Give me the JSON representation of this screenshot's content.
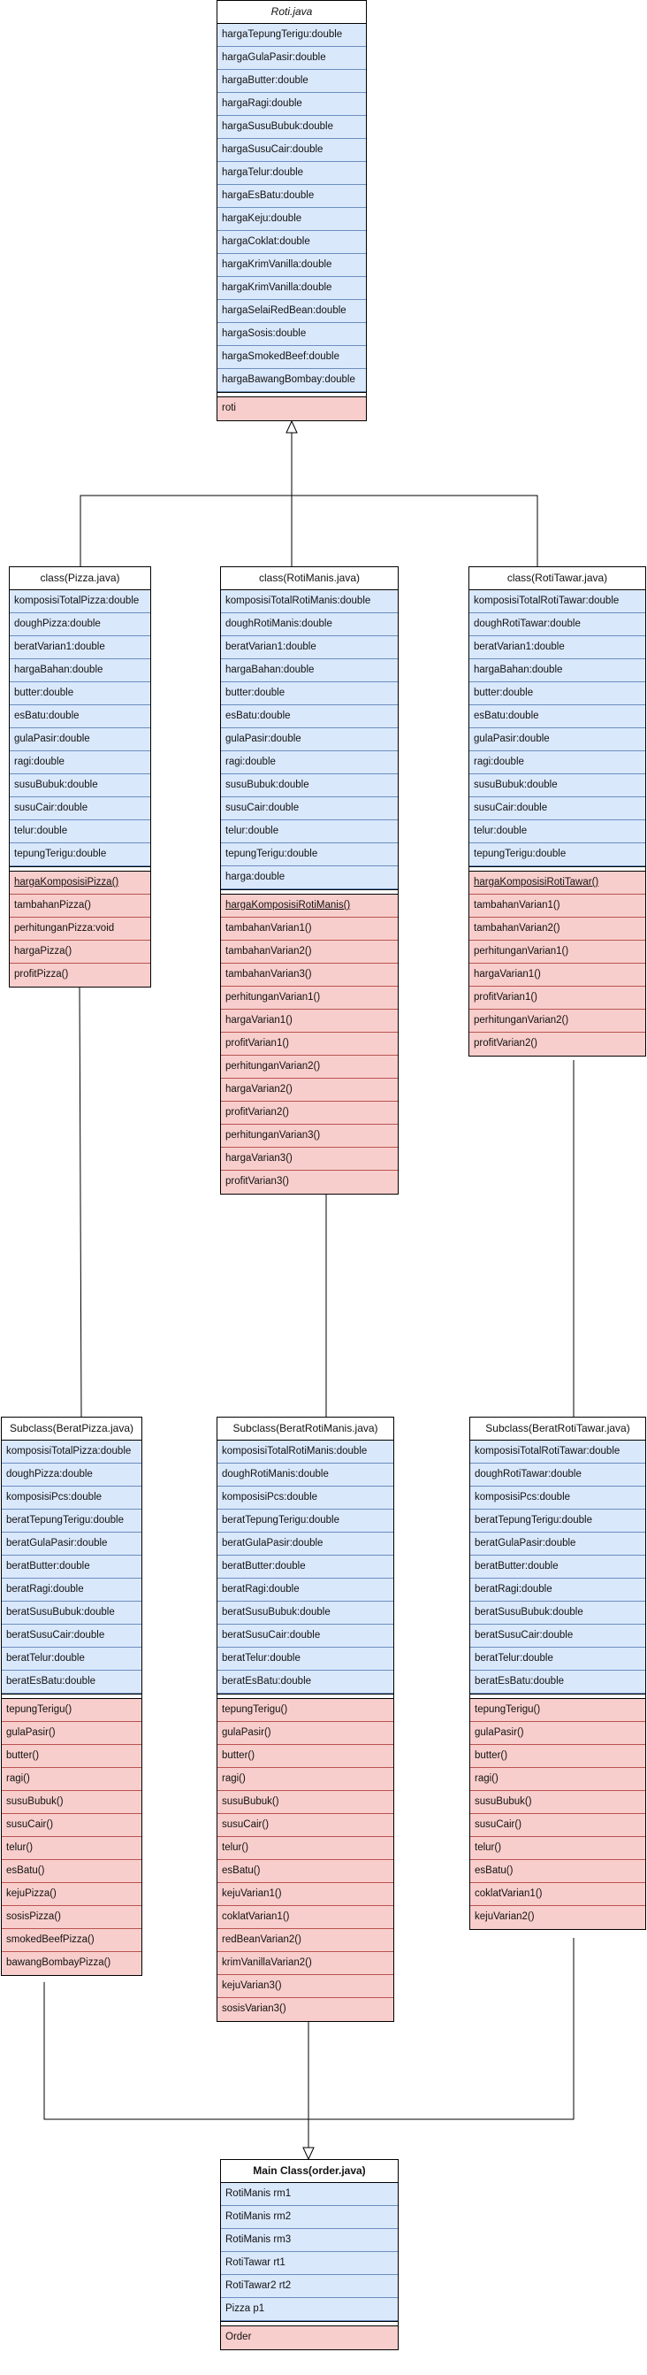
{
  "classes": [
    {
      "id": "roti",
      "title": "Roti.java",
      "style": "italic",
      "attributes": [
        "hargaTepungTerigu:double",
        "hargaGulaPasir:double",
        "hargaButter:double",
        "hargaRagi:double",
        "hargaSusuBubuk:double",
        "hargaSusuCair:double",
        "hargaTelur:double",
        "hargaEsBatu:double",
        "hargaKeju:double",
        "hargaCoklat:double",
        "hargaKrimVanilla:double",
        "hargaKrimVanilla:double",
        "hargaSelaiRedBean:double",
        "hargaSosis:double",
        "hargaSmokedBeef:double",
        "hargaBawangBombay:double"
      ],
      "methods": [
        "roti"
      ],
      "underlined_methods": []
    },
    {
      "id": "pizza",
      "title": "class(Pizza.java)",
      "style": "normal",
      "attributes": [
        "komposisiTotalPizza:double",
        "doughPizza:double",
        "beratVarian1:double",
        "hargaBahan:double",
        "butter:double",
        "esBatu:double",
        "gulaPasir:double",
        "ragi:double",
        "susuBubuk:double",
        "susuCair:double",
        "telur:double",
        "tepungTerigu:double"
      ],
      "methods": [
        "hargaKomposisiPizza()",
        "tambahanPizza()",
        "perhitunganPizza:void",
        "hargaPizza()",
        "profitPizza()"
      ],
      "underlined_methods": [
        0
      ]
    },
    {
      "id": "rotimanis",
      "title": "class(RotiManis.java)",
      "style": "normal",
      "attributes": [
        "komposisiTotalRotiManis:double",
        "doughRotiManis:double",
        "beratVarian1:double",
        "hargaBahan:double",
        "butter:double",
        "esBatu:double",
        "gulaPasir:double",
        "ragi:double",
        "susuBubuk:double",
        "susuCair:double",
        "telur:double",
        "tepungTerigu:double",
        "harga:double"
      ],
      "methods": [
        "hargaKomposisiRotiManis()",
        "tambahanVarian1()",
        "tambahanVarian2()",
        "tambahanVarian3()",
        "perhitunganVarian1()",
        "hargaVarian1()",
        "profitVarian1()",
        "perhitunganVarian2()",
        "hargaVarian2()",
        "profitVarian2()",
        "perhitunganVarian3()",
        "hargaVarian3()",
        "profitVarian3()"
      ],
      "underlined_methods": [
        0
      ]
    },
    {
      "id": "rotitawar",
      "title": "class(RotiTawar.java)",
      "style": "normal",
      "attributes": [
        "komposisiTotalRotiTawar:double",
        "doughRotiTawar:double",
        "beratVarian1:double",
        "hargaBahan:double",
        "butter:double",
        "esBatu:double",
        "gulaPasir:double",
        "ragi:double",
        "susuBubuk:double",
        "susuCair:double",
        "telur:double",
        "tepungTerigu:double"
      ],
      "methods": [
        "hargaKomposisiRotiTawar()",
        "tambahanVarian1()",
        "tambahanVarian2()",
        "perhitunganVarian1()",
        "hargaVarian1()",
        "profitVarian1()",
        "perhitunganVarian2()",
        "profitVarian2()"
      ],
      "underlined_methods": [
        0
      ]
    },
    {
      "id": "beratpizza",
      "title": "Subclass(BeratPizza.java)",
      "style": "normal",
      "attributes": [
        "komposisiTotalPizza:double",
        "doughPizza:double",
        "komposisiPcs:double",
        "beratTepungTerigu:double",
        "beratGulaPasir:double",
        "beratButter:double",
        "beratRagi:double",
        "beratSusuBubuk:double",
        "beratSusuCair:double",
        "beratTelur:double",
        "beratEsBatu:double"
      ],
      "methods": [
        "tepungTerigu()",
        "gulaPasir()",
        "butter()",
        "ragi()",
        "susuBubuk()",
        "susuCair()",
        "telur()",
        "esBatu()",
        "kejuPizza()",
        "sosisPizza()",
        "smokedBeefPizza()",
        "bawangBombayPizza()"
      ],
      "underlined_methods": []
    },
    {
      "id": "beratrotimanis",
      "title": "Subclass(BeratRotiManis.java)",
      "style": "normal",
      "attributes": [
        "komposisiTotalRotiManis:double",
        "doughRotiManis:double",
        "komposisiPcs:double",
        "beratTepungTerigu:double",
        "beratGulaPasir:double",
        "beratButter:double",
        "beratRagi:double",
        "beratSusuBubuk:double",
        "beratSusuCair:double",
        "beratTelur:double",
        "beratEsBatu:double"
      ],
      "methods": [
        "tepungTerigu()",
        "gulaPasir()",
        "butter()",
        "ragi()",
        "susuBubuk()",
        "susuCair()",
        "telur()",
        "esBatu()",
        "kejuVarian1()",
        "coklatVarian1()",
        "redBeanVarian2()",
        "krimVanillaVarian2()",
        "kejuVarian3()",
        "sosisVarian3()"
      ],
      "underlined_methods": []
    },
    {
      "id": "beratrotitawar",
      "title": "Subclass(BeratRotiTawar.java)",
      "style": "normal",
      "attributes": [
        "komposisiTotalRotiTawar:double",
        "doughRotiTawar:double",
        "komposisiPcs:double",
        "beratTepungTerigu:double",
        "beratGulaPasir:double",
        "beratButter:double",
        "beratRagi:double",
        "beratSusuBubuk:double",
        "beratSusuCair:double",
        "beratTelur:double",
        "beratEsBatu:double"
      ],
      "methods": [
        "tepungTerigu()",
        "gulaPasir()",
        "butter()",
        "ragi()",
        "susuBubuk()",
        "susuCair()",
        "telur()",
        "esBatu()",
        "coklatVarian1()",
        "kejuVarian2()"
      ],
      "underlined_methods": []
    },
    {
      "id": "main",
      "title": "Main Class(order.java)",
      "style": "bold",
      "attributes": [
        "RotiManis rm1",
        "RotiManis rm2",
        "RotiManis rm3",
        "RotiTawar rt1",
        "RotiTawar2 rt2",
        "Pizza p1"
      ],
      "methods": [
        "Order"
      ],
      "underlined_methods": []
    }
  ],
  "colors": {
    "attribute_fill": "#dae8fc",
    "attribute_stroke": "#6c8ebf",
    "method_fill": "#f8cecc",
    "method_stroke": "#b85450"
  }
}
